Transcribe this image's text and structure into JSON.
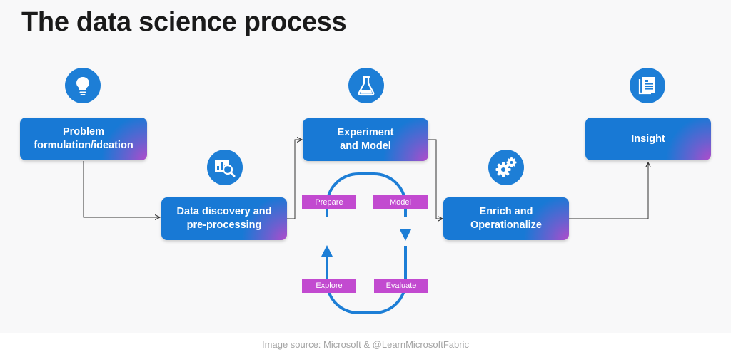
{
  "title": "The data science process",
  "steps": {
    "problem": "Problem formulation/ideation",
    "discovery": "Data discovery and pre-processing",
    "experiment": "Experiment and Model",
    "enrich": "Enrich and Operationalize",
    "insight": "Insight"
  },
  "loop_tags": {
    "prepare": "Prepare",
    "model": "Model",
    "explore": "Explore",
    "evaluate": "Evaluate"
  },
  "icons": {
    "problem": "lightbulb-icon",
    "discovery": "chart-search-icon",
    "experiment": "flask-icon",
    "enrich": "gears-icon",
    "insight": "document-icon"
  },
  "colors": {
    "step_blue": "#1879d5",
    "step_magenta": "#b14bcb",
    "tag_magenta": "#c24ad0",
    "loop_blue": "#1d7ed6"
  },
  "footer": {
    "credit": "Image source: Microsoft & @LearnMicrosoftFabric"
  }
}
